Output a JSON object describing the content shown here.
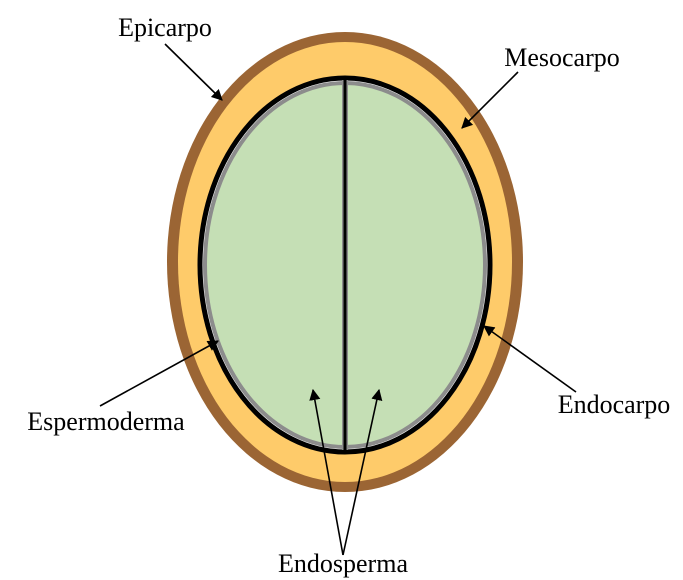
{
  "labels": {
    "epicarpo": "Epicarpo",
    "mesocarpo": "Mesocarpo",
    "endocarpo": "Endocarpo",
    "espermoderma": "Espermoderma",
    "endosperma": "Endosperma"
  },
  "colors": {
    "epicarp": "#9b6534",
    "mesocarp": "#fecb6a",
    "endocarp": "#000000",
    "seed_coat": "#8c8c8c",
    "endosperm": "#c5dfb5",
    "text": "#000000"
  }
}
